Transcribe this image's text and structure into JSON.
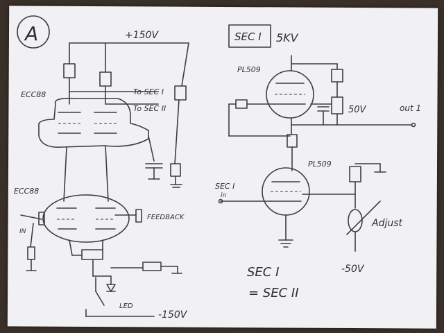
{
  "labels": {
    "badge": "A",
    "top_rail": "+150V",
    "to_sec1": "To SEC I",
    "to_sec2": "To SEC II",
    "tube1": "ECC88",
    "tube2": "ECC88",
    "in": "IN",
    "feedback": "FEEDBACK",
    "led": "LED",
    "bottom_rail": "-150V",
    "sec_title": "SEC I",
    "kv": "5KV",
    "pl_top": "PL509",
    "pl_bottom": "PL509",
    "minus50_top": "50V",
    "out": "out 1",
    "sec_in_1": "SEC I",
    "sec_in_2": "in",
    "adjust": "Adjust",
    "minus50_bottom": "-50V",
    "eq_1": "SEC I",
    "eq_2": "= SEC II"
  }
}
